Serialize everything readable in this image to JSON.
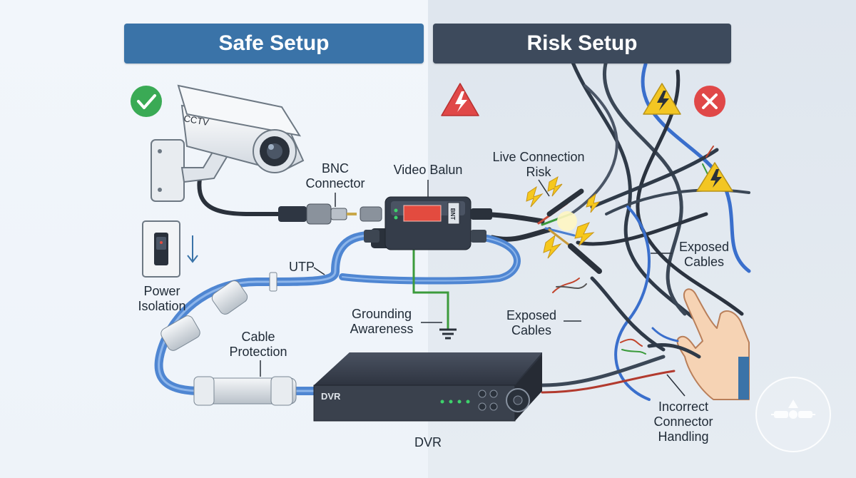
{
  "banners": {
    "safe": "Safe Setup",
    "risk": "Risk Setup"
  },
  "camera_text": "CCTV",
  "dvr_text": "DVR",
  "balun_text": "BNT",
  "labels": {
    "bnc_connector": [
      "BNC",
      "Connector"
    ],
    "video_balun": "Video Balun",
    "live_connection_risk": [
      "Live Connection",
      "Risk"
    ],
    "power_isolation": [
      "Power",
      "Isolation"
    ],
    "utp": "UTP",
    "grounding_awareness": [
      "Grounding",
      "Awareness"
    ],
    "exposed_cables_right": [
      "Exposed",
      "Cables"
    ],
    "exposed_cables_middle": [
      "Exposed",
      "Cables"
    ],
    "cable_protection": [
      "Cable",
      "Protection"
    ],
    "dvr_caption": "DVR",
    "incorrect_connector_handling": [
      "Incorrect",
      "Connector",
      "Handling"
    ]
  },
  "icons": [
    "check-icon",
    "warning-icon",
    "error-x-icon",
    "power-switch-icon",
    "arrow-down-icon",
    "ground-icon",
    "lightning-spark-icon",
    "hand-icon",
    "logo-badge"
  ],
  "colors": {
    "safe_blue": "#3a73a8",
    "risk_slate": "#3d4a5c",
    "check_green": "#3aaa55",
    "error_red": "#e04848",
    "warning_yellow": "#f3c623",
    "utp_blue": "#4f86d2",
    "ground_green": "#3c9b3c"
  }
}
